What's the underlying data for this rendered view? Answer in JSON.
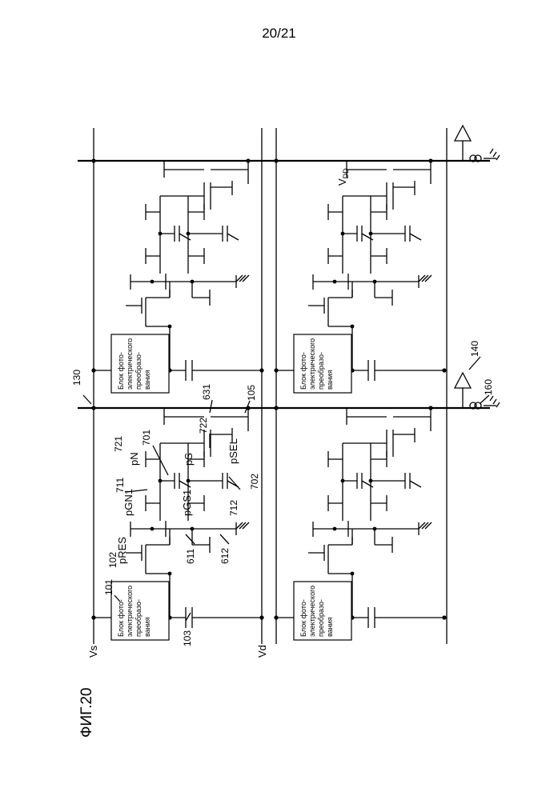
{
  "page_number": "20/21",
  "figure_label": "ФИГ.20",
  "block_lines": [
    "Блок фото-",
    "электрического",
    "преобразо-",
    "вания"
  ],
  "rail_labels": {
    "vs": "Vs",
    "vd": "Vd",
    "vdd": "V",
    "vdd_sub": "DD"
  },
  "signal_labels": {
    "pres": "pRES",
    "pgn1": "pGN1",
    "pgs1": "pGS1",
    "pn": "pN",
    "ps": "pS",
    "psel": "pSEL"
  },
  "ref_numerals": {
    "n101": "101",
    "n102": "102",
    "n103": "103",
    "n105": "105",
    "n130": "130",
    "n140": "140",
    "n160": "160",
    "n611": "611",
    "n612": "612",
    "n631": "631",
    "n701": "701",
    "n702": "702",
    "n711": "711",
    "n712": "712",
    "n721": "721",
    "n722": "722"
  }
}
